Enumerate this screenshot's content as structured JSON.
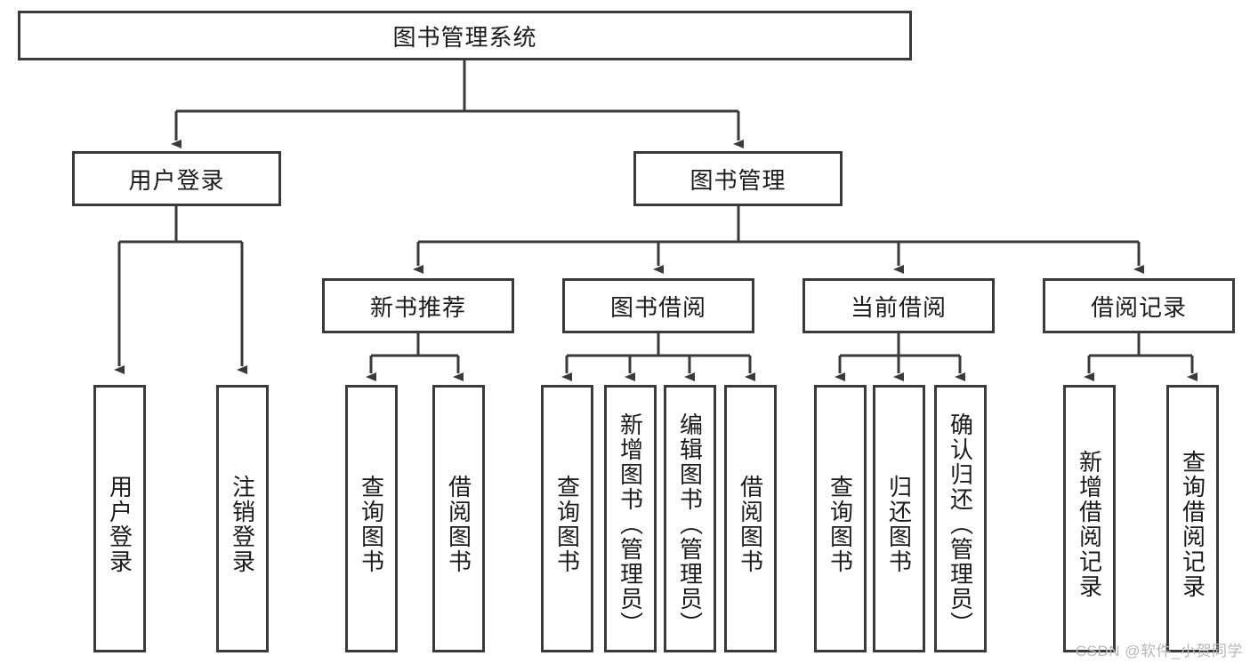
{
  "diagram": {
    "type": "tree",
    "title": "图书管理系统",
    "edge_style": "orthogonal-arrow",
    "colors": {
      "stroke": "#3a3a3a",
      "fill": "#ffffff",
      "text": "#1b1b1b",
      "watermark": "#b8b8b8"
    },
    "nodes": {
      "root": {
        "label": "图书管理系统",
        "orientation": "horizontal"
      },
      "l1": [
        {
          "id": "user_login",
          "label": "用户登录",
          "orientation": "horizontal"
        },
        {
          "id": "book_manage",
          "label": "图书管理",
          "orientation": "horizontal"
        }
      ],
      "l2": [
        {
          "id": "new_book_rec",
          "label": "新书推荐",
          "orientation": "horizontal",
          "parent": "book_manage"
        },
        {
          "id": "book_borrow",
          "label": "图书借阅",
          "orientation": "horizontal",
          "parent": "book_manage"
        },
        {
          "id": "current_borrow",
          "label": "当前借阅",
          "orientation": "horizontal",
          "parent": "book_manage"
        },
        {
          "id": "borrow_record",
          "label": "借阅记录",
          "orientation": "horizontal",
          "parent": "book_manage"
        }
      ],
      "leaves": [
        {
          "id": "leaf_user_login",
          "label": "用户登录",
          "orientation": "vertical",
          "parent": "user_login"
        },
        {
          "id": "leaf_logout",
          "label": "注销登录",
          "orientation": "vertical",
          "parent": "user_login"
        },
        {
          "id": "leaf_query_book_1",
          "label": "查询图书",
          "orientation": "vertical",
          "parent": "new_book_rec"
        },
        {
          "id": "leaf_borrow_book_1",
          "label": "借阅图书",
          "orientation": "vertical",
          "parent": "new_book_rec"
        },
        {
          "id": "leaf_query_book_2",
          "label": "查询图书",
          "orientation": "vertical",
          "parent": "book_borrow"
        },
        {
          "id": "leaf_add_book",
          "label": "新增图书（管理员）",
          "orientation": "vertical",
          "parent": "book_borrow"
        },
        {
          "id": "leaf_edit_book",
          "label": "编辑图书（管理员）",
          "orientation": "vertical",
          "parent": "book_borrow"
        },
        {
          "id": "leaf_borrow_book_2",
          "label": "借阅图书",
          "orientation": "vertical",
          "parent": "book_borrow"
        },
        {
          "id": "leaf_query_book_3",
          "label": "查询图书",
          "orientation": "vertical",
          "parent": "current_borrow"
        },
        {
          "id": "leaf_return_book",
          "label": "归还图书",
          "orientation": "vertical",
          "parent": "current_borrow"
        },
        {
          "id": "leaf_confirm_return",
          "label": "确认归还（管理员）",
          "orientation": "vertical",
          "parent": "current_borrow"
        },
        {
          "id": "leaf_add_record",
          "label": "新增借阅记录",
          "orientation": "vertical",
          "parent": "borrow_record"
        },
        {
          "id": "leaf_query_record",
          "label": "查询借阅记录",
          "orientation": "vertical",
          "parent": "borrow_record"
        }
      ]
    }
  },
  "watermark": {
    "text": "CSDN @软件_小贺同学"
  }
}
